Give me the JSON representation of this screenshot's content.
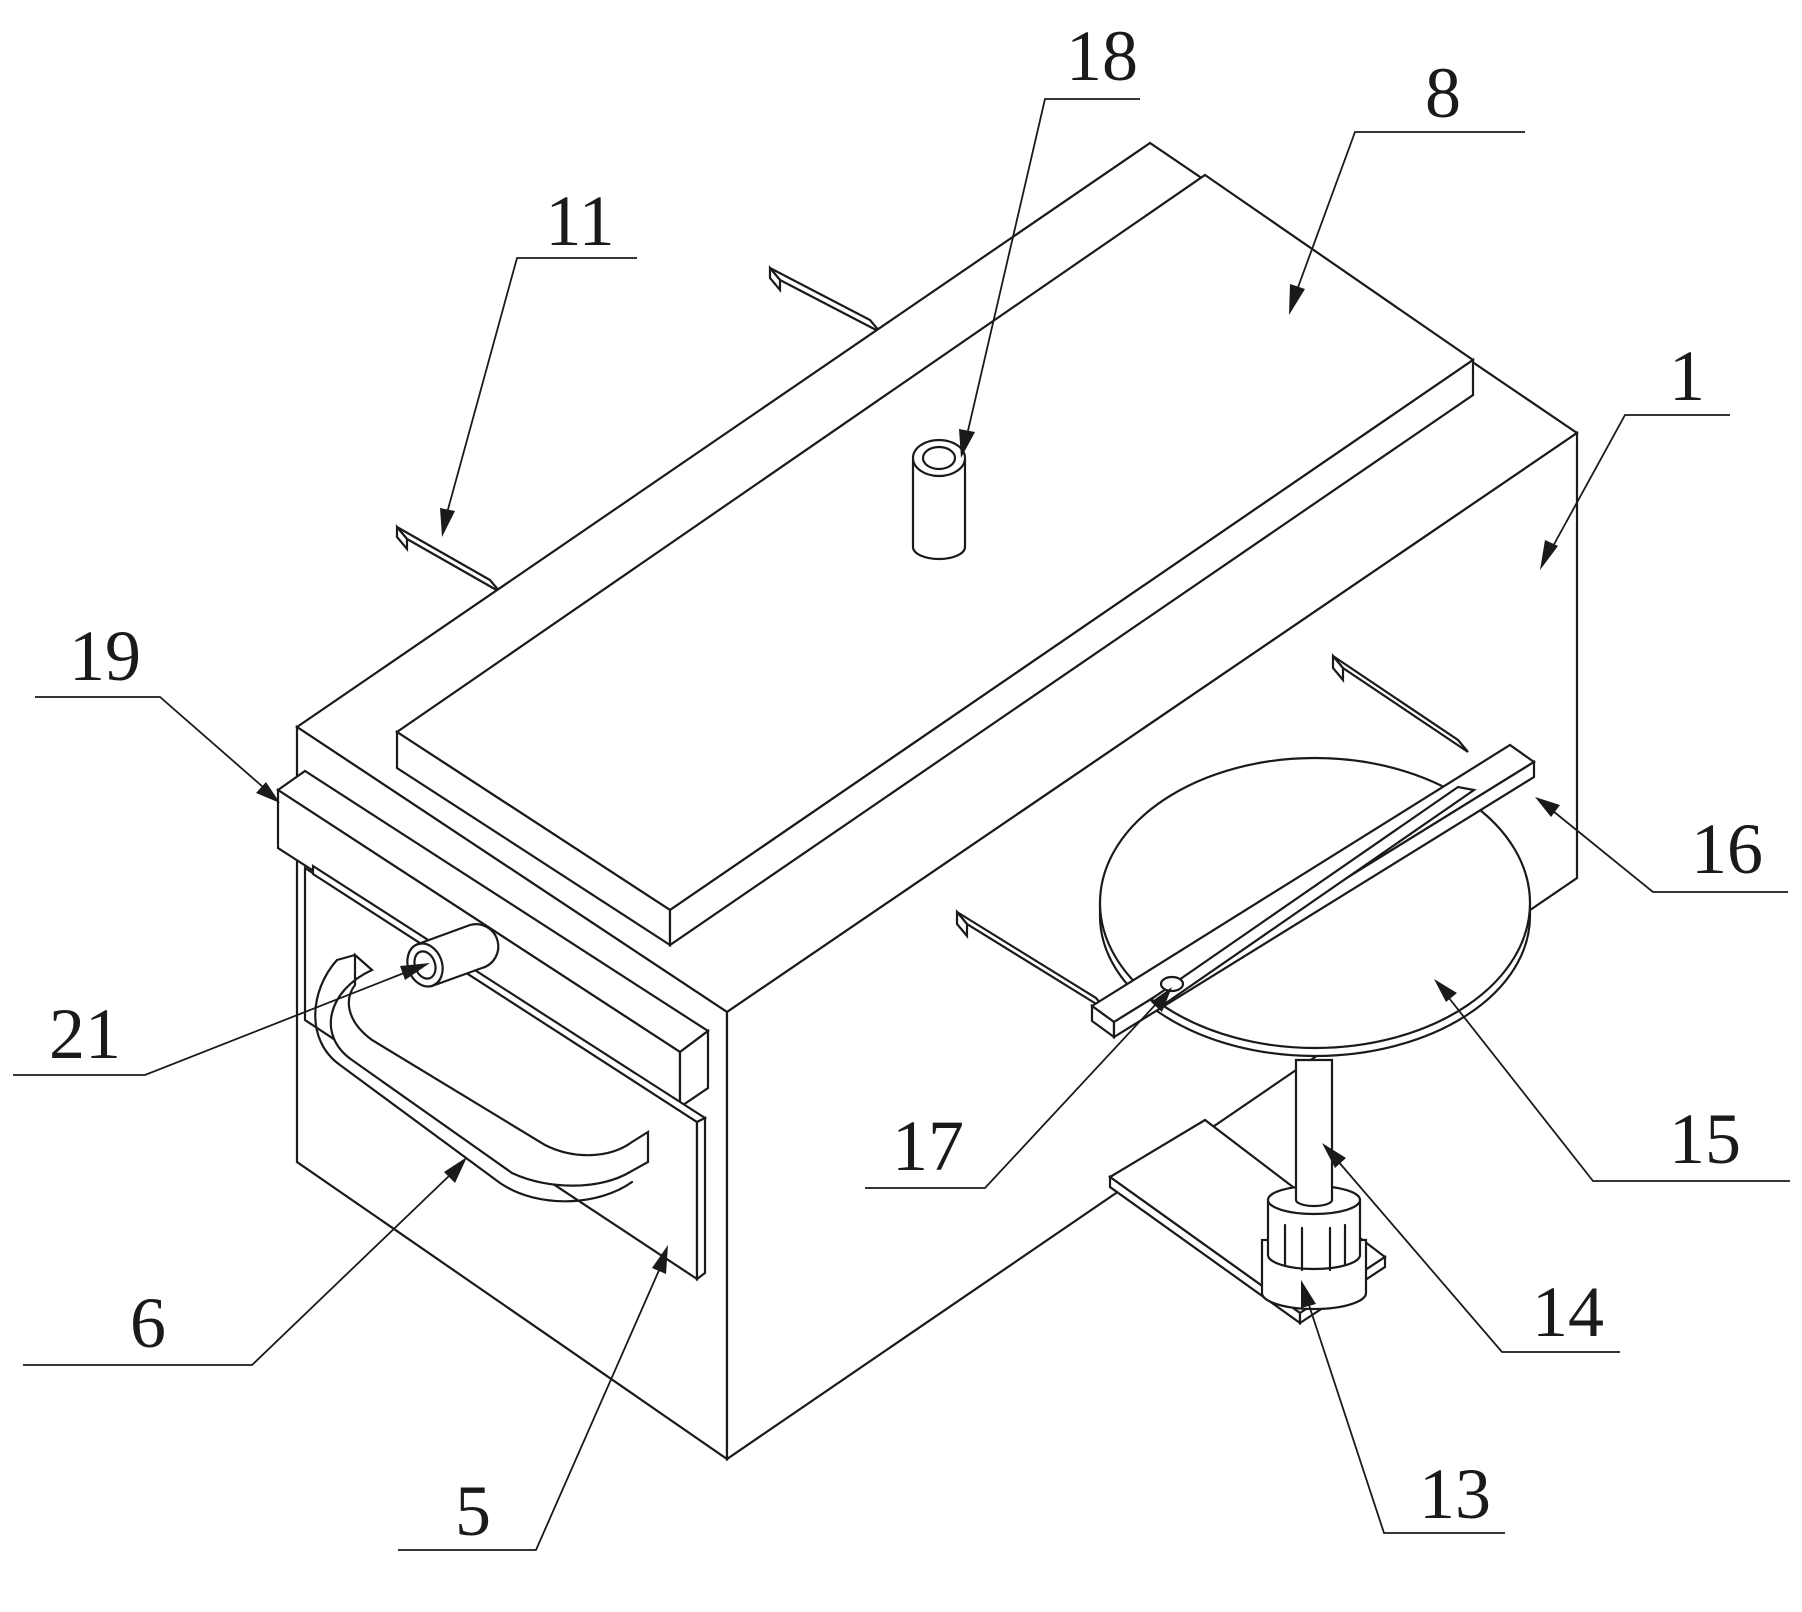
{
  "labels": {
    "l1": "1",
    "l5": "5",
    "l6": "6",
    "l8": "8",
    "l11": "11",
    "l13": "13",
    "l14": "14",
    "l15": "15",
    "l16": "16",
    "l17": "17",
    "l18": "18",
    "l19": "19",
    "l21": "21"
  },
  "colors": {
    "line": "#1a1a1a",
    "background": "#ffffff"
  }
}
